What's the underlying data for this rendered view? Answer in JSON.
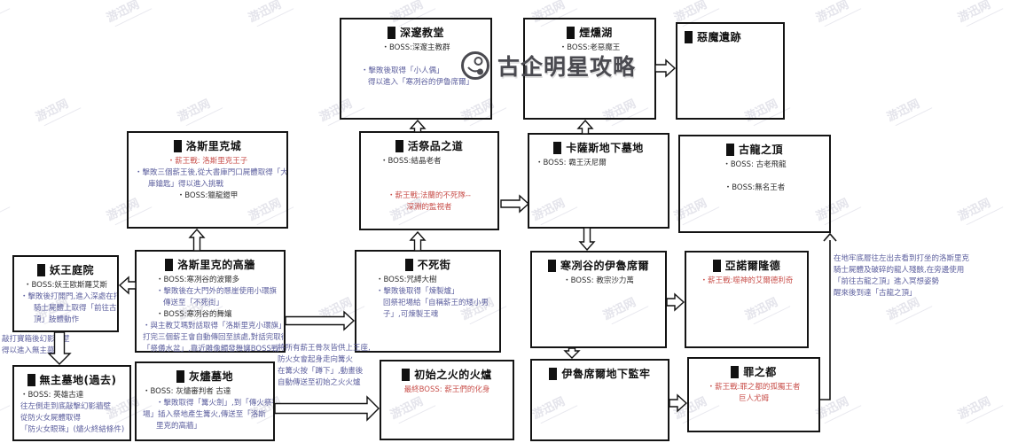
{
  "logo": {
    "title": "古企明星攻略"
  },
  "watermark": {
    "text": "游迅网"
  },
  "colors": {
    "black": "#2f2f2f",
    "purple": "#5c5f9e",
    "red": "#c9514c",
    "border": "#141414"
  },
  "boxes": [
    {
      "id": "cathedral-of-the-deep",
      "title": "深邃教堂",
      "lines": [
        {
          "text": "・BOSS:深邃主教群",
          "color": "black",
          "align": "center"
        },
        {
          "text": "",
          "color": "black"
        },
        {
          "text": "・擊敗後取得「小人偶」",
          "color": "purple",
          "align": "indent"
        },
        {
          "text": "得以進入「寒冽谷的伊魯席爾」",
          "color": "purple",
          "align": "indent2"
        }
      ]
    },
    {
      "id": "smouldering-lake",
      "title": "煙燻湖",
      "lines": [
        {
          "text": "・BOSS:老惡魔王",
          "color": "black",
          "align": "center"
        }
      ]
    },
    {
      "id": "demon-ruins",
      "title": "惡魔遺跡",
      "title_align": "left",
      "lines": []
    },
    {
      "id": "lothric-castle",
      "title": "洛斯里克城",
      "lines": [
        {
          "text": "・薪王戰: 洛斯里克王子",
          "color": "red",
          "align": "center"
        },
        {
          "text": "・擊敗三個薪王後,從大書庫門口屍體取得「大書",
          "color": "purple"
        },
        {
          "text": "庫鑰匙」得以進入挑戰",
          "color": "purple",
          "align": "indent"
        },
        {
          "text": "・BOSS:獵龍鎧甲",
          "color": "black",
          "align": "center"
        }
      ]
    },
    {
      "id": "road-of-sacrifices",
      "title": "活祭品之道",
      "lines": [
        {
          "text": "・BOSS:結晶老者",
          "color": "black",
          "align": "indent"
        },
        {
          "text": "",
          "color": "black"
        },
        {
          "text": "",
          "color": "black"
        },
        {
          "text": "・薪王戰:法蘭的不死隊--",
          "color": "red",
          "align": "center"
        },
        {
          "text": "深淵的監視者",
          "color": "red",
          "align": "center"
        }
      ]
    },
    {
      "id": "catacombs-of-carthus",
      "title": "卡薩斯地下墓地",
      "lines": [
        {
          "text": "・BOSS: 霸王沃尼爾",
          "color": "black"
        }
      ]
    },
    {
      "id": "archdragon-peak",
      "title": "古龍之頂",
      "lines": [
        {
          "text": "・BOSS: 古老飛龍",
          "color": "black",
          "align": "center"
        },
        {
          "text": "",
          "color": "black"
        },
        {
          "text": "・BOSS:無名王者",
          "color": "black",
          "align": "center"
        }
      ]
    },
    {
      "id": "consumed-kings-garden",
      "title": "妖王庭院",
      "lines": [
        {
          "text": "・BOSS:妖王歐斯羅艾斯",
          "color": "black",
          "align": "center"
        },
        {
          "text": "・擊敗後打開門,進入深處在打坐",
          "color": "purple"
        },
        {
          "text": "騎士屍體上取得「前往古龍之",
          "color": "purple",
          "align": "indent"
        },
        {
          "text": "頂」肢體動作",
          "color": "purple",
          "align": "indent"
        }
      ]
    },
    {
      "id": "high-wall-of-lothric",
      "title": "洛斯里克的高牆",
      "lines": [
        {
          "text": "・BOSS:寒冽谷的波爾多",
          "color": "black",
          "align": "indent"
        },
        {
          "text": "・擊敗後在大門外的懸崖使用小環旗",
          "color": "purple",
          "align": "indent"
        },
        {
          "text": "傳送至「不死街」",
          "color": "purple",
          "align": "indent2"
        },
        {
          "text": "・BOSS:寒冽谷的舞孃",
          "color": "black",
          "align": "indent"
        },
        {
          "text": "・與主教艾瑪對話取得「洛斯里克小環旗」",
          "color": "purple"
        },
        {
          "text": "打完三個薪王會自動傳回至該處,對話完取得",
          "color": "purple"
        },
        {
          "text": "「祭儀水盆」,靠近雕像觸發舞孃BOSS戰",
          "color": "purple"
        }
      ]
    },
    {
      "id": "undead-settlement",
      "title": "不死街",
      "lines": [
        {
          "text": "・BOSS:咒縛大樹",
          "color": "black",
          "align": "indent"
        },
        {
          "text": "・擊敗後取得「煉製爐」",
          "color": "purple",
          "align": "indent"
        },
        {
          "text": "回祭祀場給「自稱薪王的矮小男",
          "color": "purple",
          "align": "indent2"
        },
        {
          "text": "子」,可煉製王魂",
          "color": "purple",
          "align": "indent2"
        }
      ]
    },
    {
      "id": "irithyll-boreal-valley",
      "title": "寒冽谷的伊魯席爾",
      "lines": [
        {
          "text": "・BOSS: 教宗沙力萬",
          "color": "black",
          "align": "center"
        }
      ]
    },
    {
      "id": "anor-londo",
      "title": "亞諾爾隆德",
      "lines": [
        {
          "text": "・薪王戰:噬神的艾爾德利奇",
          "color": "red",
          "align": "center"
        }
      ]
    },
    {
      "id": "untended-graves",
      "title": "無主墓地(過去)",
      "lines": [
        {
          "text": "・BOSS: 英雄古達",
          "color": "black"
        },
        {
          "text": "往左側走到底敲擊幻影牆壁",
          "color": "purple"
        },
        {
          "text": "從防火女屍體取得",
          "color": "purple"
        },
        {
          "text": "「防火女眼珠」(燼火終結條件)",
          "color": "purple"
        }
      ]
    },
    {
      "id": "cemetery-of-ash",
      "title": "灰燼墓地",
      "lines": [
        {
          "text": "・BOSS: 灰燼審判者 古達",
          "color": "black"
        },
        {
          "text": "・擊敗取得「篝火劍」,到「傳火祭祀",
          "color": "purple",
          "align": "indent"
        },
        {
          "text": "場」插入祭地產生篝火,傳送至「洛斯",
          "color": "purple"
        },
        {
          "text": "里克的高牆」",
          "color": "purple",
          "align": "indent"
        }
      ]
    },
    {
      "id": "kiln-of-first-flame",
      "title": "初始之火的火爐",
      "lines": [
        {
          "text": "最終BOSS: 薪王們的化身",
          "color": "red",
          "align": "center"
        }
      ]
    },
    {
      "id": "irithyll-dungeon",
      "title": "伊魯席爾地下監牢",
      "lines": []
    },
    {
      "id": "profaned-capital",
      "title": "罪之都",
      "lines": [
        {
          "text": "・薪王戰:罪之都的孤獨王者",
          "color": "red",
          "align": "center"
        },
        {
          "text": "巨人尤姆",
          "color": "red",
          "align": "center"
        }
      ]
    }
  ],
  "notes": [
    {
      "id": "note-hidden-wall",
      "color": "purple",
      "lines": [
        "敲打寶箱後幻影牆壁",
        "得以進入無主墓地"
      ]
    },
    {
      "id": "note-kiln-path",
      "color": "purple",
      "lines": [
        "將所有薪王骨灰皆供上王座,",
        "防火女會起身走向篝火",
        "在篝火按「蹲下」,動畫後",
        "自動傳送至初始之火火爐"
      ]
    },
    {
      "id": "note-dragon-gesture",
      "color": "purple",
      "lines": [
        "在地牢底層往左出去看到打坐的洛斯里克",
        "騎士屍體及破碎的龍人殘骸,在旁邊使用",
        "「前往古龍之頂」進入冥想姿勢",
        "醒來後到達「古龍之頂」"
      ]
    }
  ]
}
